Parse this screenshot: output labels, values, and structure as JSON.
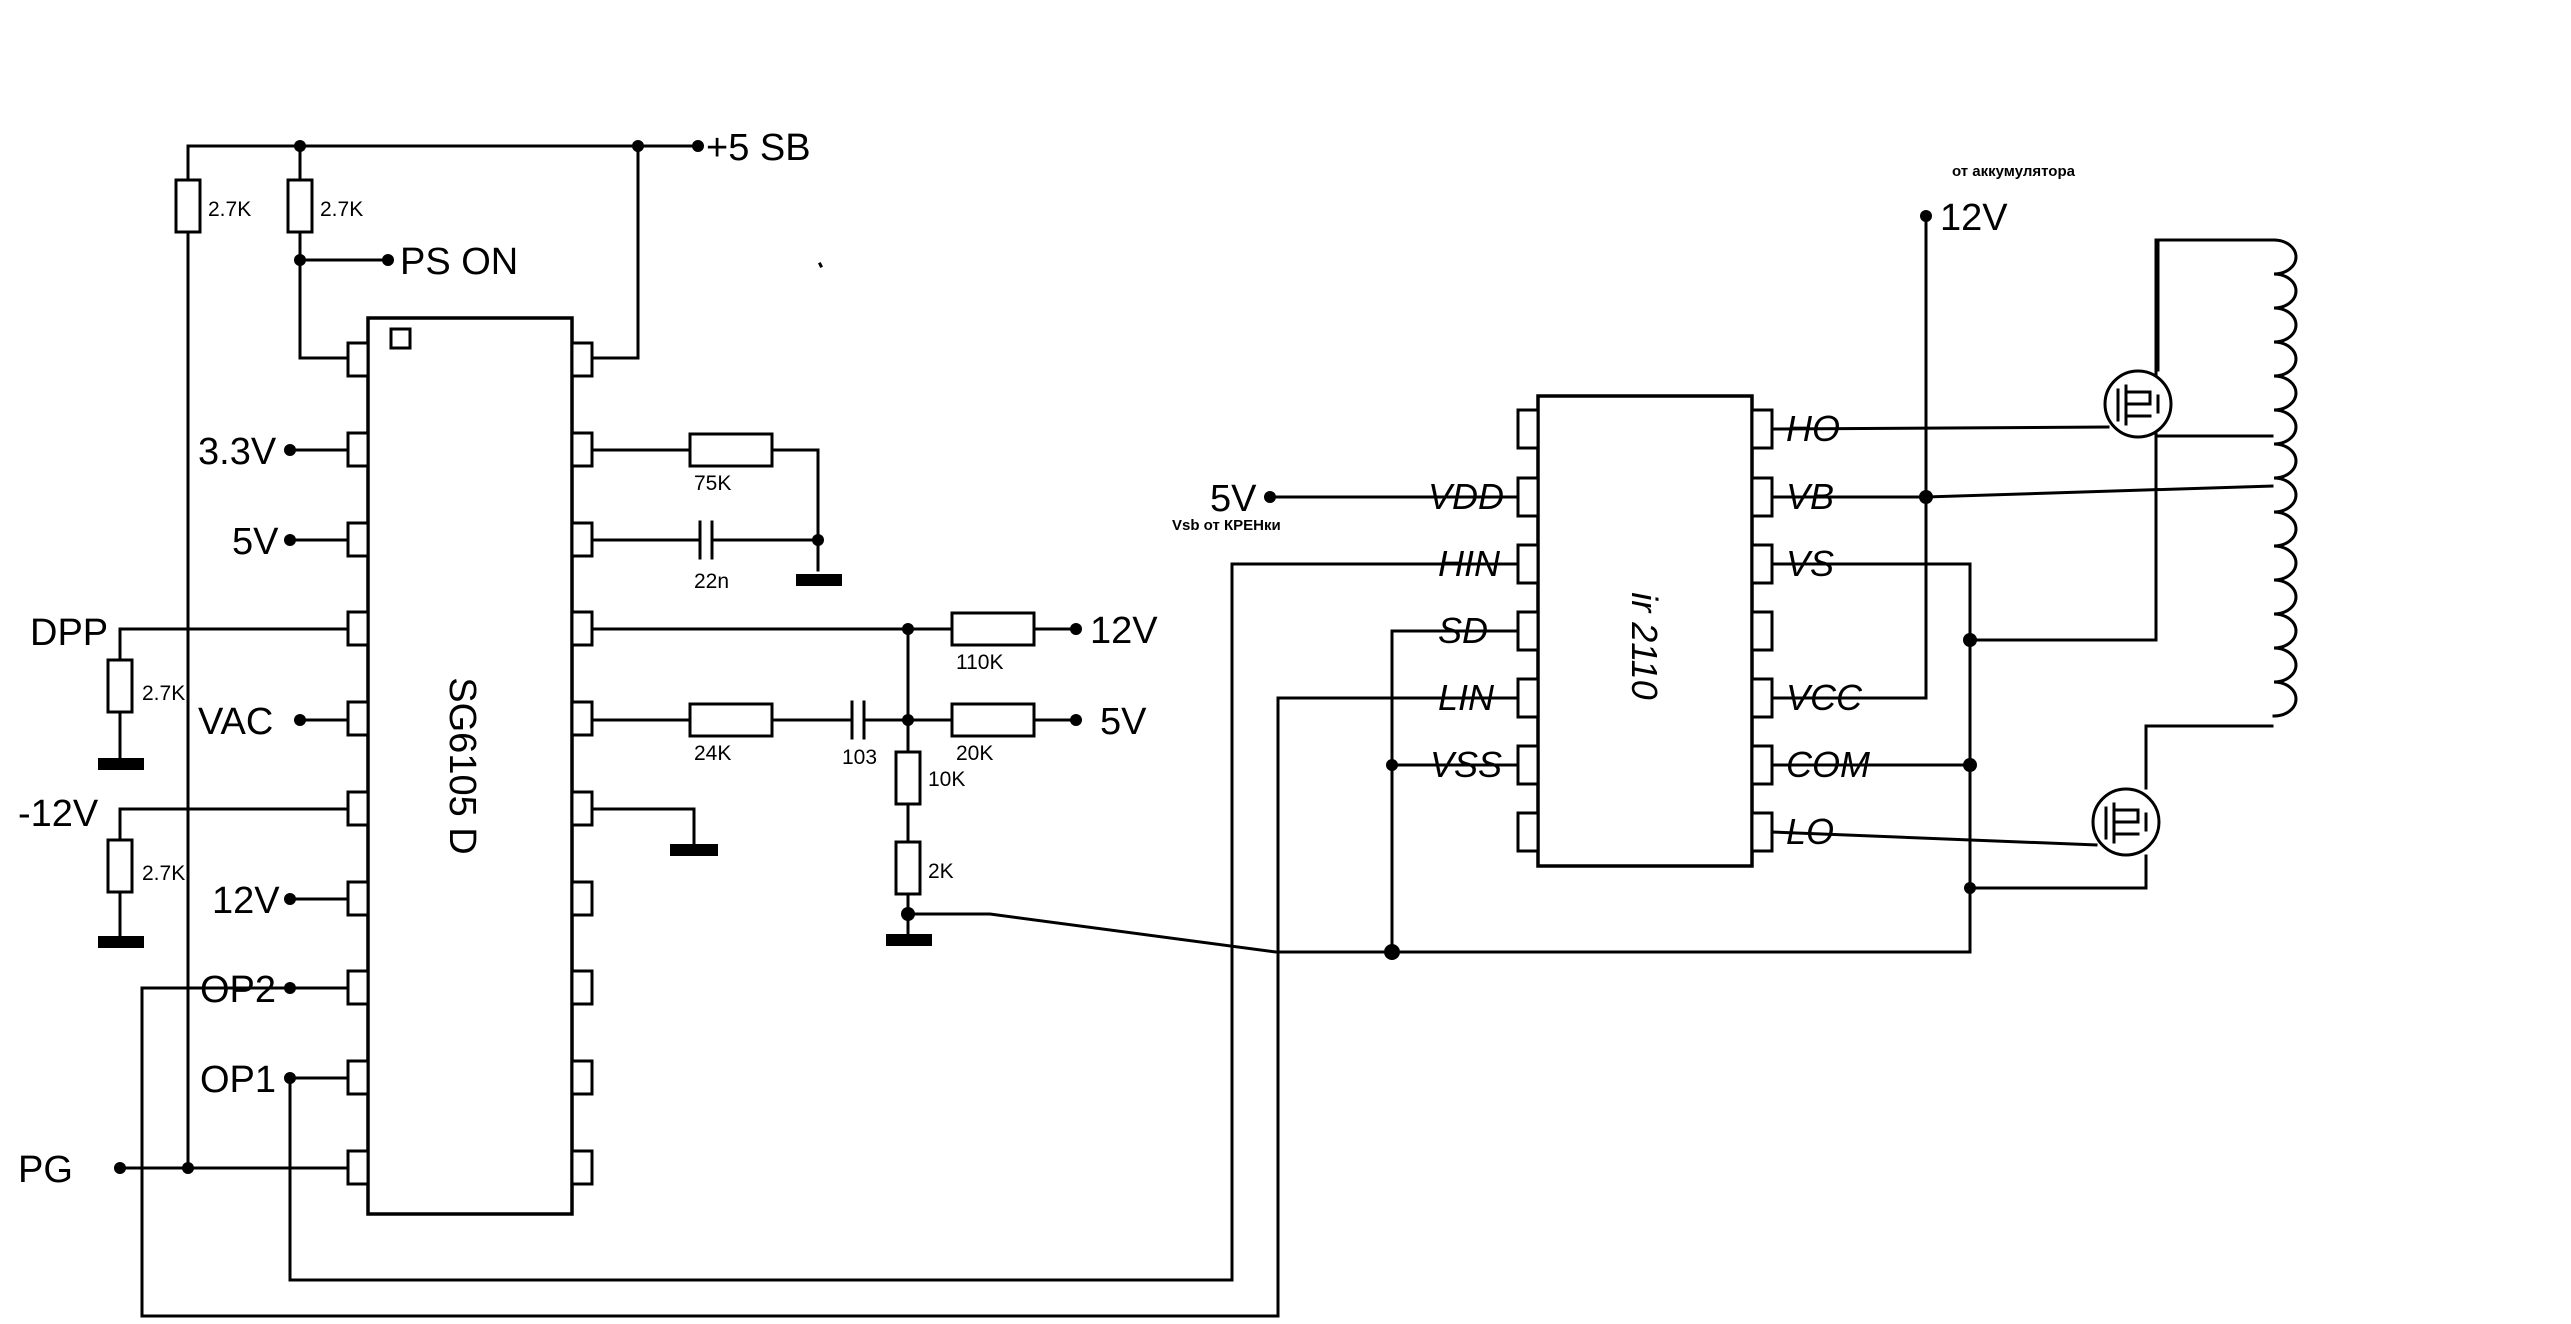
{
  "sg6105": {
    "name": "SG6105 D",
    "left_labels": [
      "3.3V",
      "5V",
      "DPP",
      "VAC",
      "-12V",
      "12V",
      "OP2",
      "OP1",
      "PG"
    ]
  },
  "ir2110": {
    "name": "ir 2110",
    "left_pins": [
      "VDD",
      "HIN",
      "SD",
      "LIN",
      "VSS"
    ],
    "right_pins": [
      "HO",
      "VB",
      "VS",
      "VCC",
      "COM",
      "LO"
    ]
  },
  "nets": {
    "plus5sb": "+5 SB",
    "ps_on": "PS ON",
    "right_12v": "12V",
    "right_5v": "5V",
    "driver_5v": "5V",
    "driver_5v_note": "Vsb от КРЕНки",
    "battery_12v": "12V",
    "battery_note": "от аккумулятора"
  },
  "components": {
    "r_top1": "2.7K",
    "r_top2": "2.7K",
    "r_dpp": "2.7K",
    "r_m12": "2.7K",
    "r75": "75K",
    "c22": "22n",
    "r110": "110K",
    "r24": "24K",
    "c103": "103",
    "r20": "20K",
    "r10": "10K",
    "r2": "2K"
  }
}
